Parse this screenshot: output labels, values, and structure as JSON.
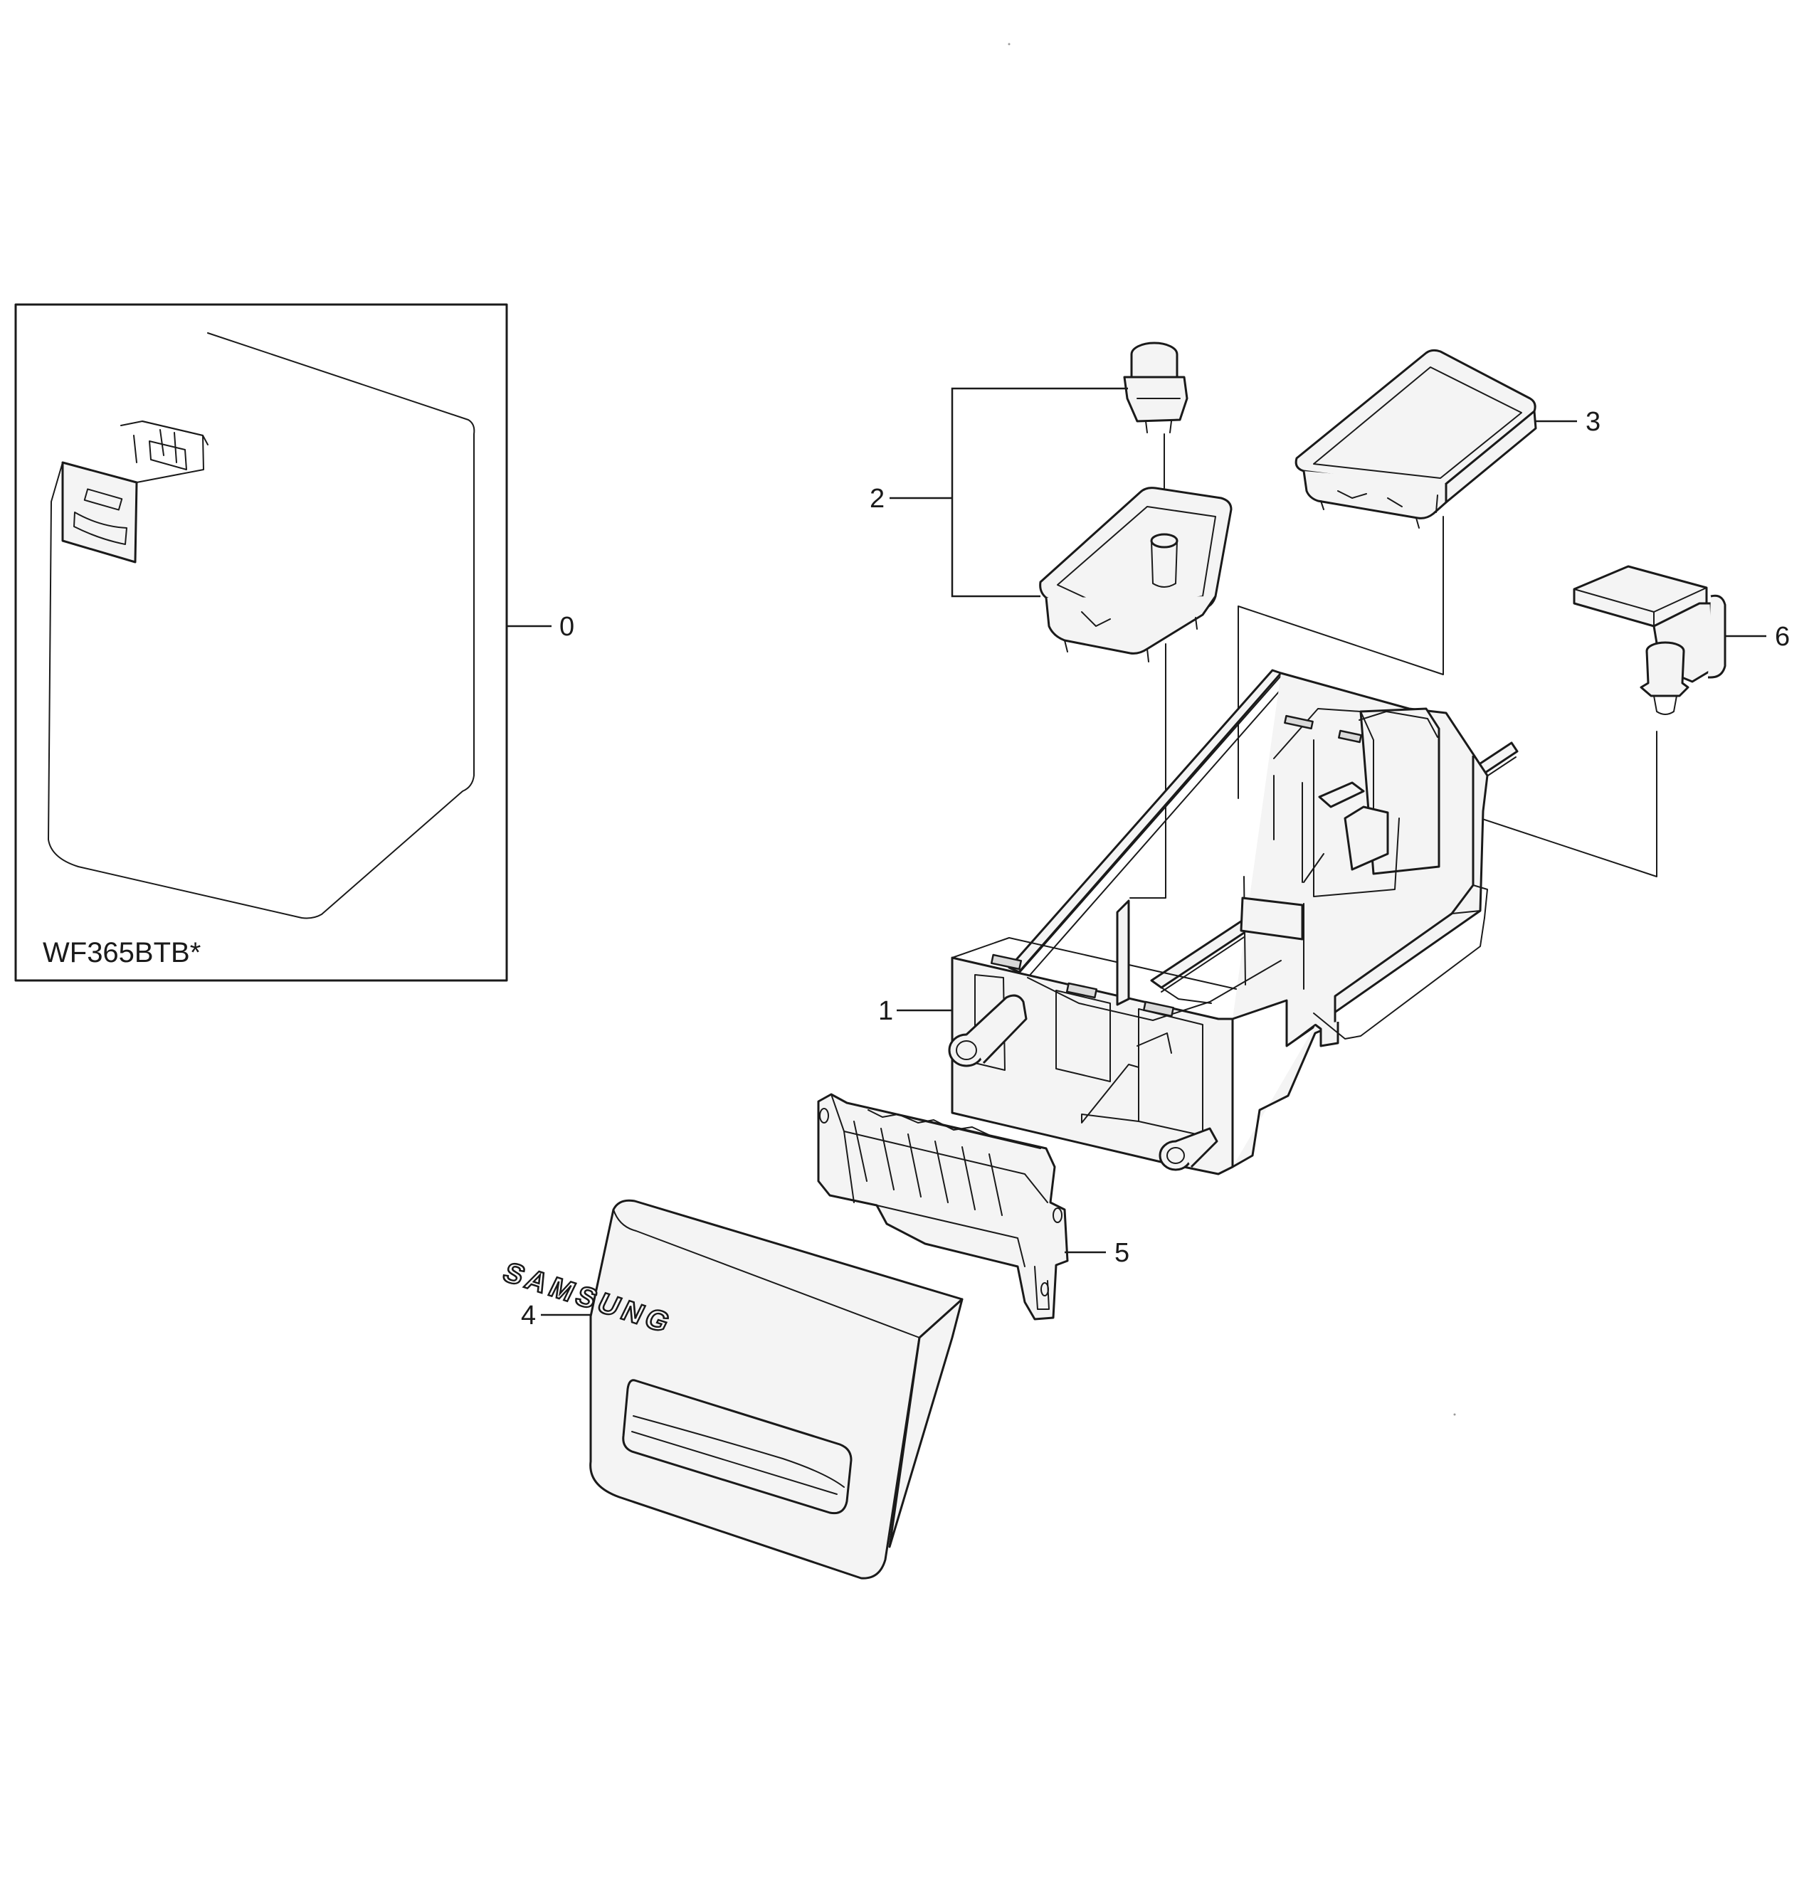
{
  "figure": {
    "model_label": "WF365BTB*",
    "brand_mark": "SAMSUNG"
  },
  "callouts": {
    "c0": "0",
    "c1": "1",
    "c2": "2",
    "c3": "3",
    "c4": "4",
    "c5": "5",
    "c6": "6"
  },
  "colors": {
    "line": "#1a1a1a",
    "background": "#ffffff"
  }
}
